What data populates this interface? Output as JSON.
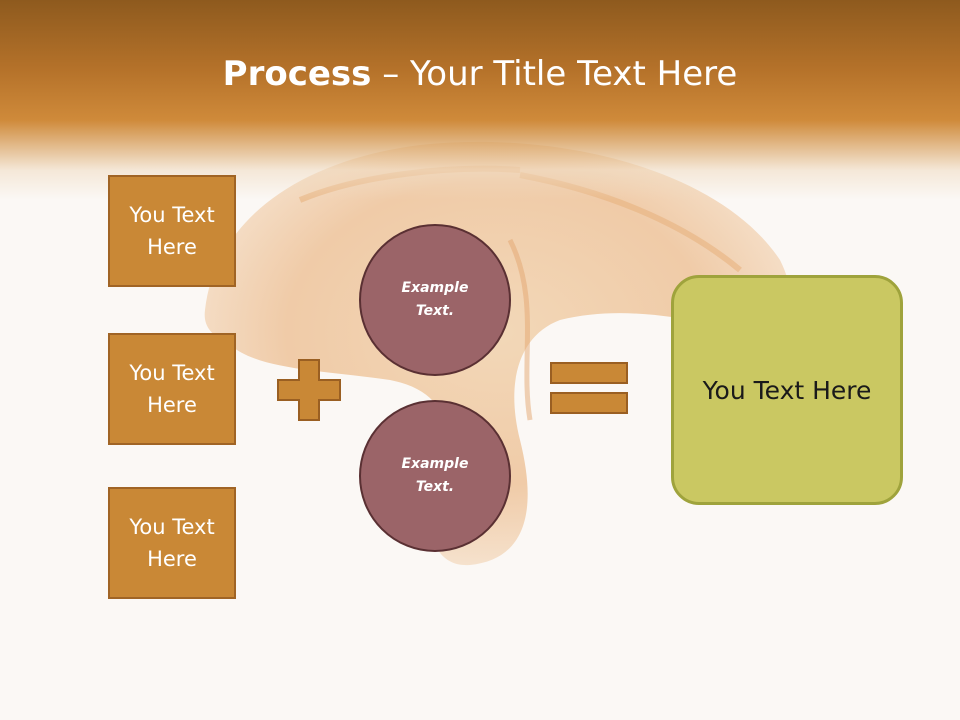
{
  "title": {
    "bold": "Process",
    "dash": " – ",
    "rest": "Your Title Text Here"
  },
  "left_boxes": [
    {
      "line1": "You Text",
      "line2": "Here"
    },
    {
      "line1": "You Text",
      "line2": "Here"
    },
    {
      "line1": "You Text",
      "line2": "Here"
    }
  ],
  "circles": [
    {
      "line1": "Example",
      "line2": "Text."
    },
    {
      "line1": "Example",
      "line2": "Text."
    }
  ],
  "result": {
    "label": "You Text Here"
  },
  "colors": {
    "header": "#b5722a",
    "box_fill": "#c98836",
    "circle_fill": "#9b6468",
    "result_fill": "#cac862",
    "symbol": "#c98836"
  }
}
